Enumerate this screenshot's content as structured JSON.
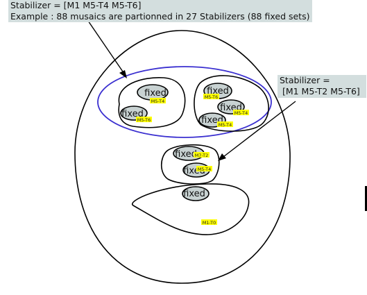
{
  "callouts": {
    "top_line1": "Stabilizer = [M1 M5-T4 M5-T6]",
    "top_line2": "Example : 88 musaics are partionned in 27 Stabilizers (88 fixed sets)",
    "right_line1": "Stabilizer =",
    "right_line2": " [M1 M5-T2 M5-T6]"
  },
  "fixed_sets": [
    {
      "label": "fixed",
      "tag": "M5-T4"
    },
    {
      "label": "fixed",
      "tag": "M5-T6"
    },
    {
      "label": "fixed",
      "tag": "M5-T6"
    },
    {
      "label": "fixed",
      "tag": "M5-T4"
    },
    {
      "label": "fixed",
      "tag": "M5-T4"
    },
    {
      "label": "fixed",
      "tag": "M7-T2"
    },
    {
      "label": "fixed",
      "tag": "M5-T4"
    },
    {
      "label": "fixed",
      "tag": "M1-T0"
    }
  ],
  "colors": {
    "outline": "#000000",
    "highlight_ellipse": "#3a2fd0",
    "fixed_fill": "#c8d2d2",
    "tag_fill": "#ffff00",
    "callout_fill": "#d3dede"
  }
}
